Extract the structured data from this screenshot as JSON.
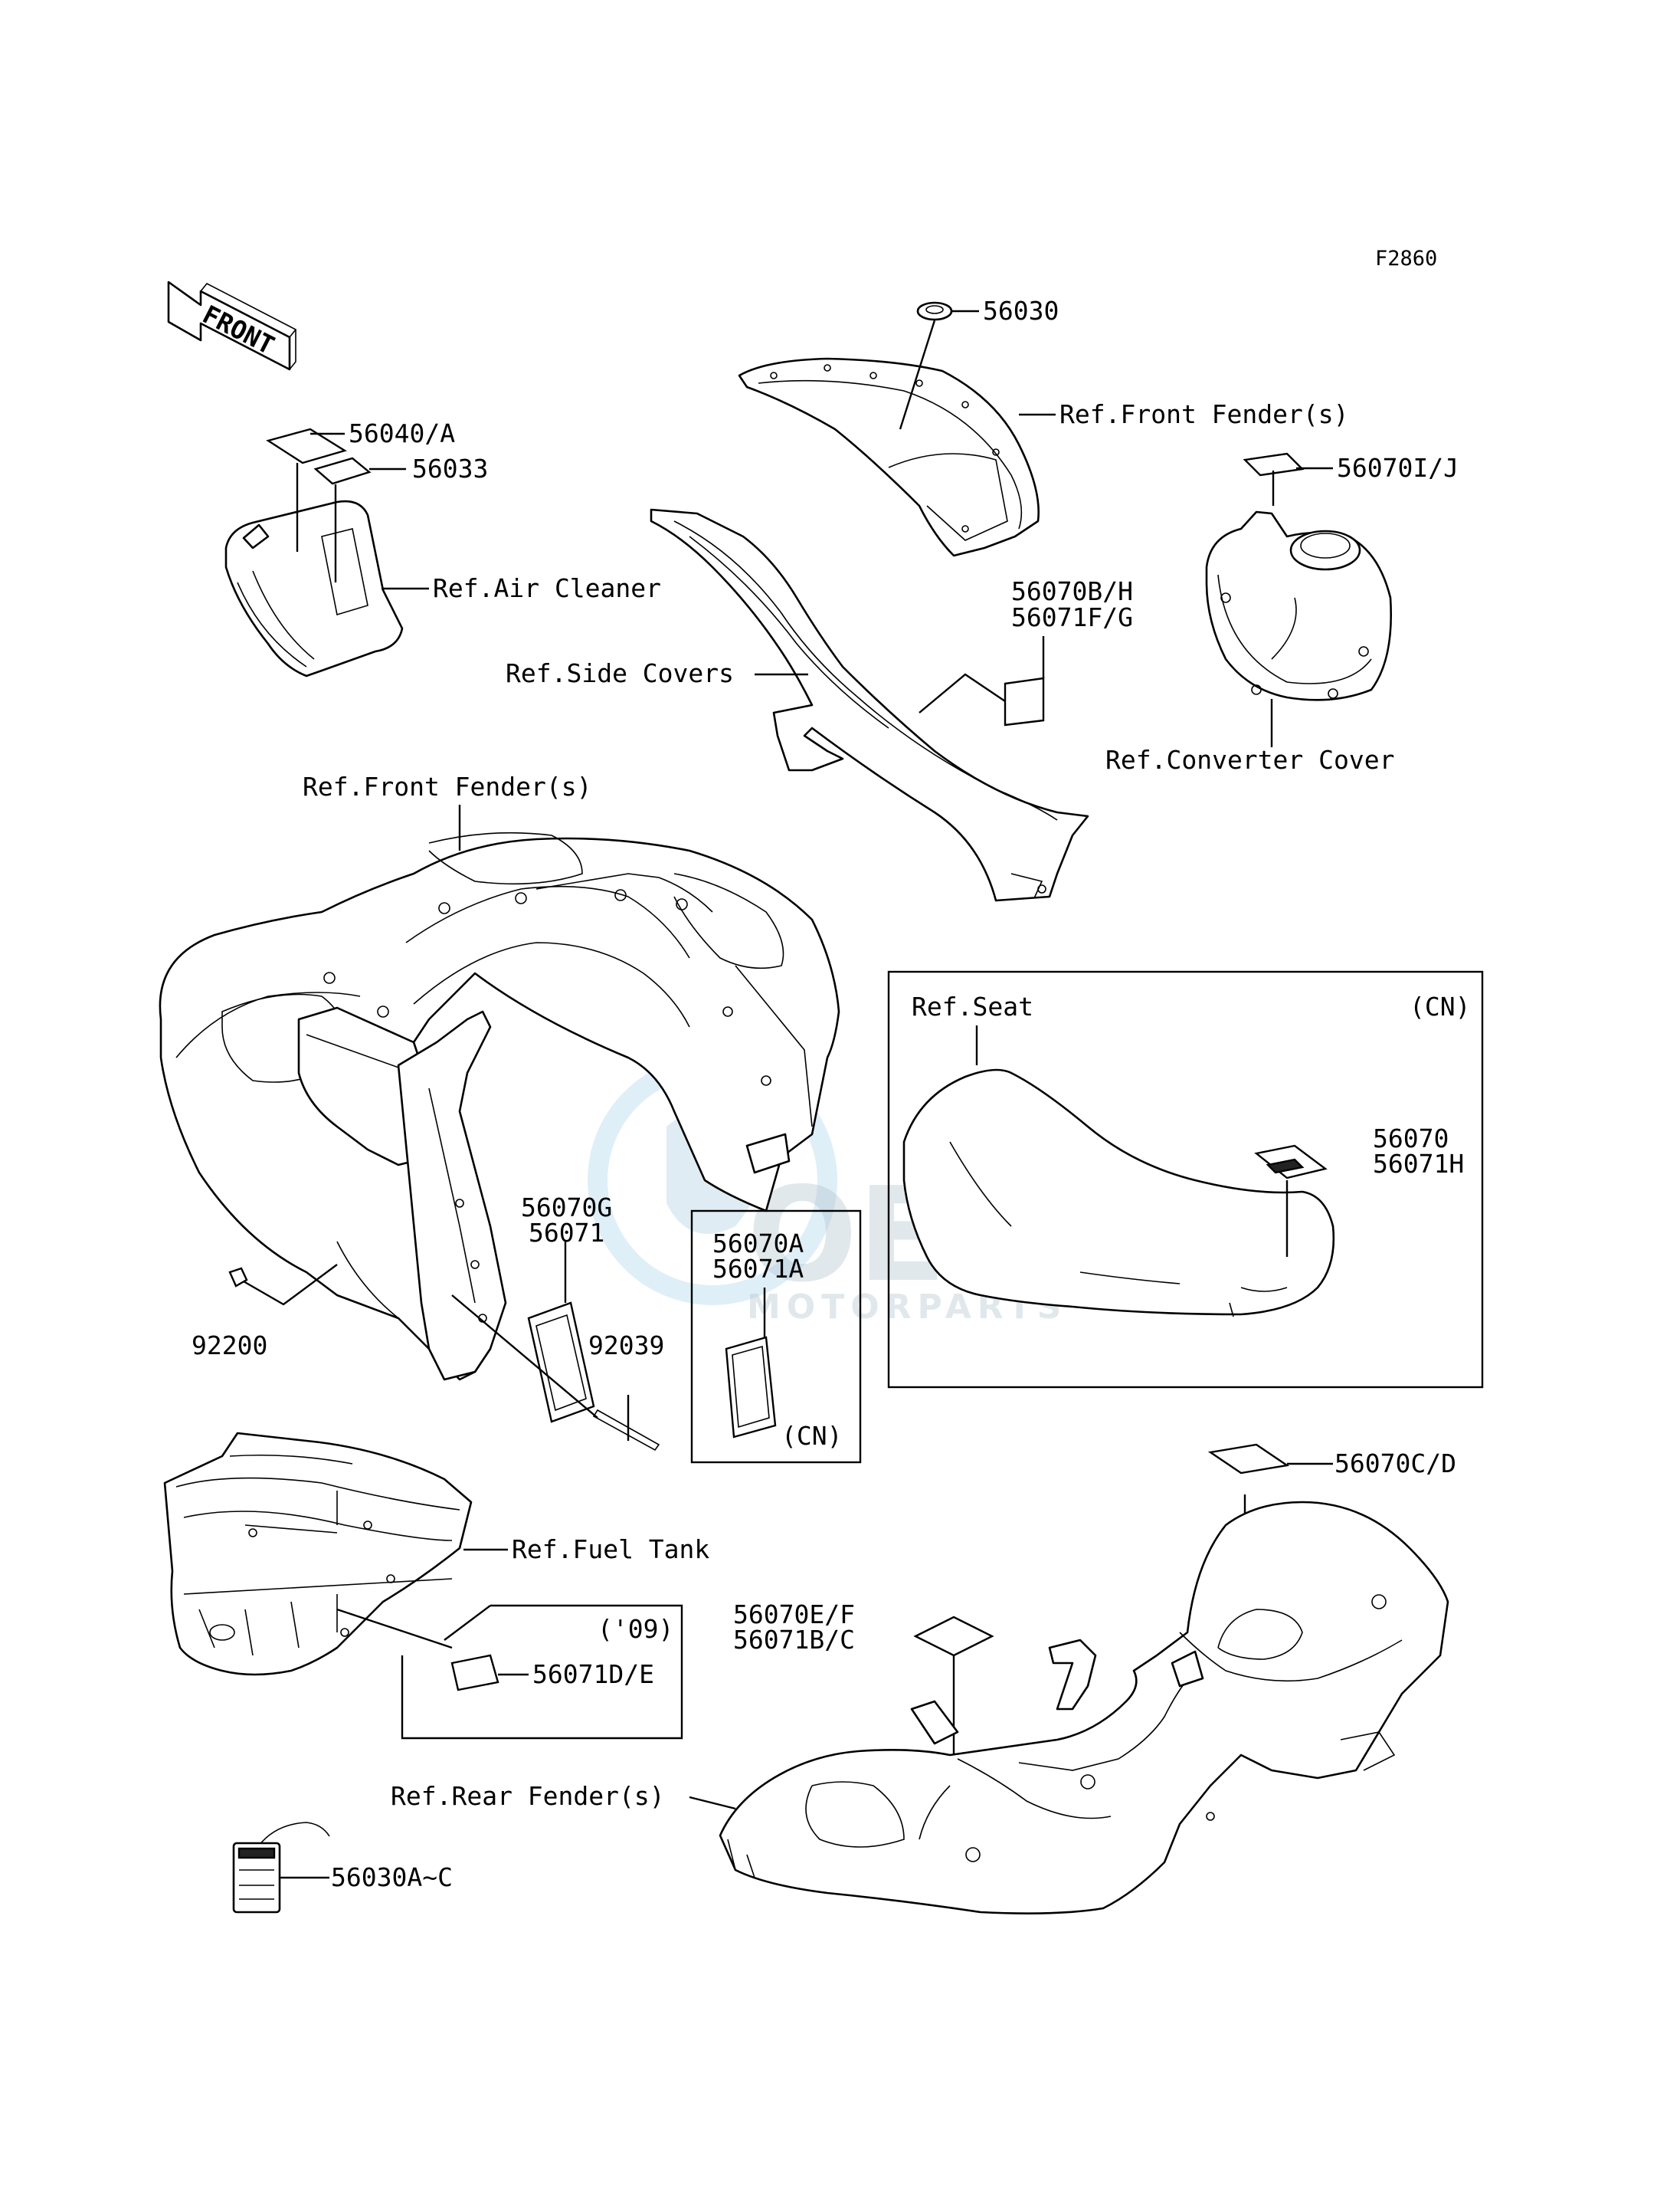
{
  "diagram_code": "F2860",
  "front_arrow_label": "FRONT",
  "watermark": {
    "brand": "OEM",
    "sub": "MOTORPARTS"
  },
  "labels": {
    "p56030": "56030",
    "ref_front_fender_top": "Ref.Front Fender(s)",
    "p56040": "56040/A",
    "p56033": "56033",
    "ref_air_cleaner": "Ref.Air Cleaner",
    "p56070ij": "56070I/J",
    "p56070bh": "56070B/H",
    "p56071fg": "56071F/G",
    "ref_side_covers": "Ref.Side Covers",
    "ref_converter_cover": "Ref.Converter Cover",
    "ref_front_fender_main": "Ref.Front Fender(s)",
    "ref_seat": "Ref.Seat",
    "cn_seat": "(CN)",
    "p56070": "56070",
    "p56071h": "56071H",
    "p56070g": "56070G",
    "p56071": "56071",
    "p56070a": "56070A",
    "p56071a": "56071A",
    "cn_box": "(CN)",
    "p92200": "92200",
    "p92039": "92039",
    "p56070cd": "56070C/D",
    "ref_fuel_tank": "Ref.Fuel Tank",
    "year_09": "('09)",
    "p56071de": "56071D/E",
    "p56070ef": "56070E/F",
    "p56071bc": "56071B/C",
    "ref_rear_fender": "Ref.Rear Fender(s)",
    "p56030ac": "56030A~C"
  }
}
